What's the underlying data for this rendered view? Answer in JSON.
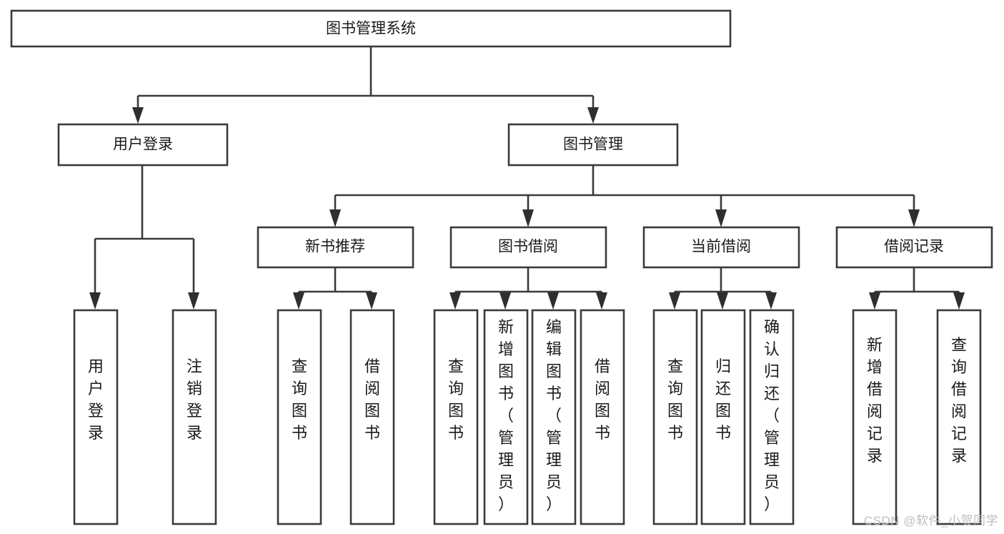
{
  "diagram": {
    "type": "tree",
    "title": "图书管理系统",
    "watermark": "CSDN @软件_小贺同学",
    "colors": {
      "box_stroke": "#3a3a3a",
      "box_fill": "#ffffff",
      "connector": "#3a3a3a",
      "text": "#1a1a1a",
      "watermark": "#bdbdbd"
    },
    "root": {
      "label": "图书管理系统",
      "orientation": "horizontal"
    },
    "level2": [
      {
        "label": "用户登录",
        "orientation": "horizontal"
      },
      {
        "label": "图书管理",
        "orientation": "horizontal"
      }
    ],
    "level3": [
      {
        "label": "新书推荐",
        "orientation": "horizontal"
      },
      {
        "label": "图书借阅",
        "orientation": "horizontal"
      },
      {
        "label": "当前借阅",
        "orientation": "horizontal"
      },
      {
        "label": "借阅记录",
        "orientation": "horizontal"
      }
    ],
    "leaves": {
      "user_login": [
        {
          "label": "用户登录",
          "orientation": "vertical"
        },
        {
          "label": "注销登录",
          "orientation": "vertical"
        }
      ],
      "new_book_recommend": [
        {
          "label": "查询图书",
          "orientation": "vertical"
        },
        {
          "label": "借阅图书",
          "orientation": "vertical"
        }
      ],
      "book_borrow": [
        {
          "label": "查询图书",
          "orientation": "vertical"
        },
        {
          "label": "新增图书（管理员）",
          "orientation": "vertical"
        },
        {
          "label": "编辑图书（管理员）",
          "orientation": "vertical"
        },
        {
          "label": "借阅图书",
          "orientation": "vertical"
        }
      ],
      "current_borrow": [
        {
          "label": "查询图书",
          "orientation": "vertical"
        },
        {
          "label": "归还图书",
          "orientation": "vertical"
        },
        {
          "label": "确认归还（管理员）",
          "orientation": "vertical"
        }
      ],
      "borrow_record": [
        {
          "label": "新增借阅记录",
          "orientation": "vertical"
        },
        {
          "label": "查询借阅记录",
          "orientation": "vertical"
        }
      ]
    }
  }
}
